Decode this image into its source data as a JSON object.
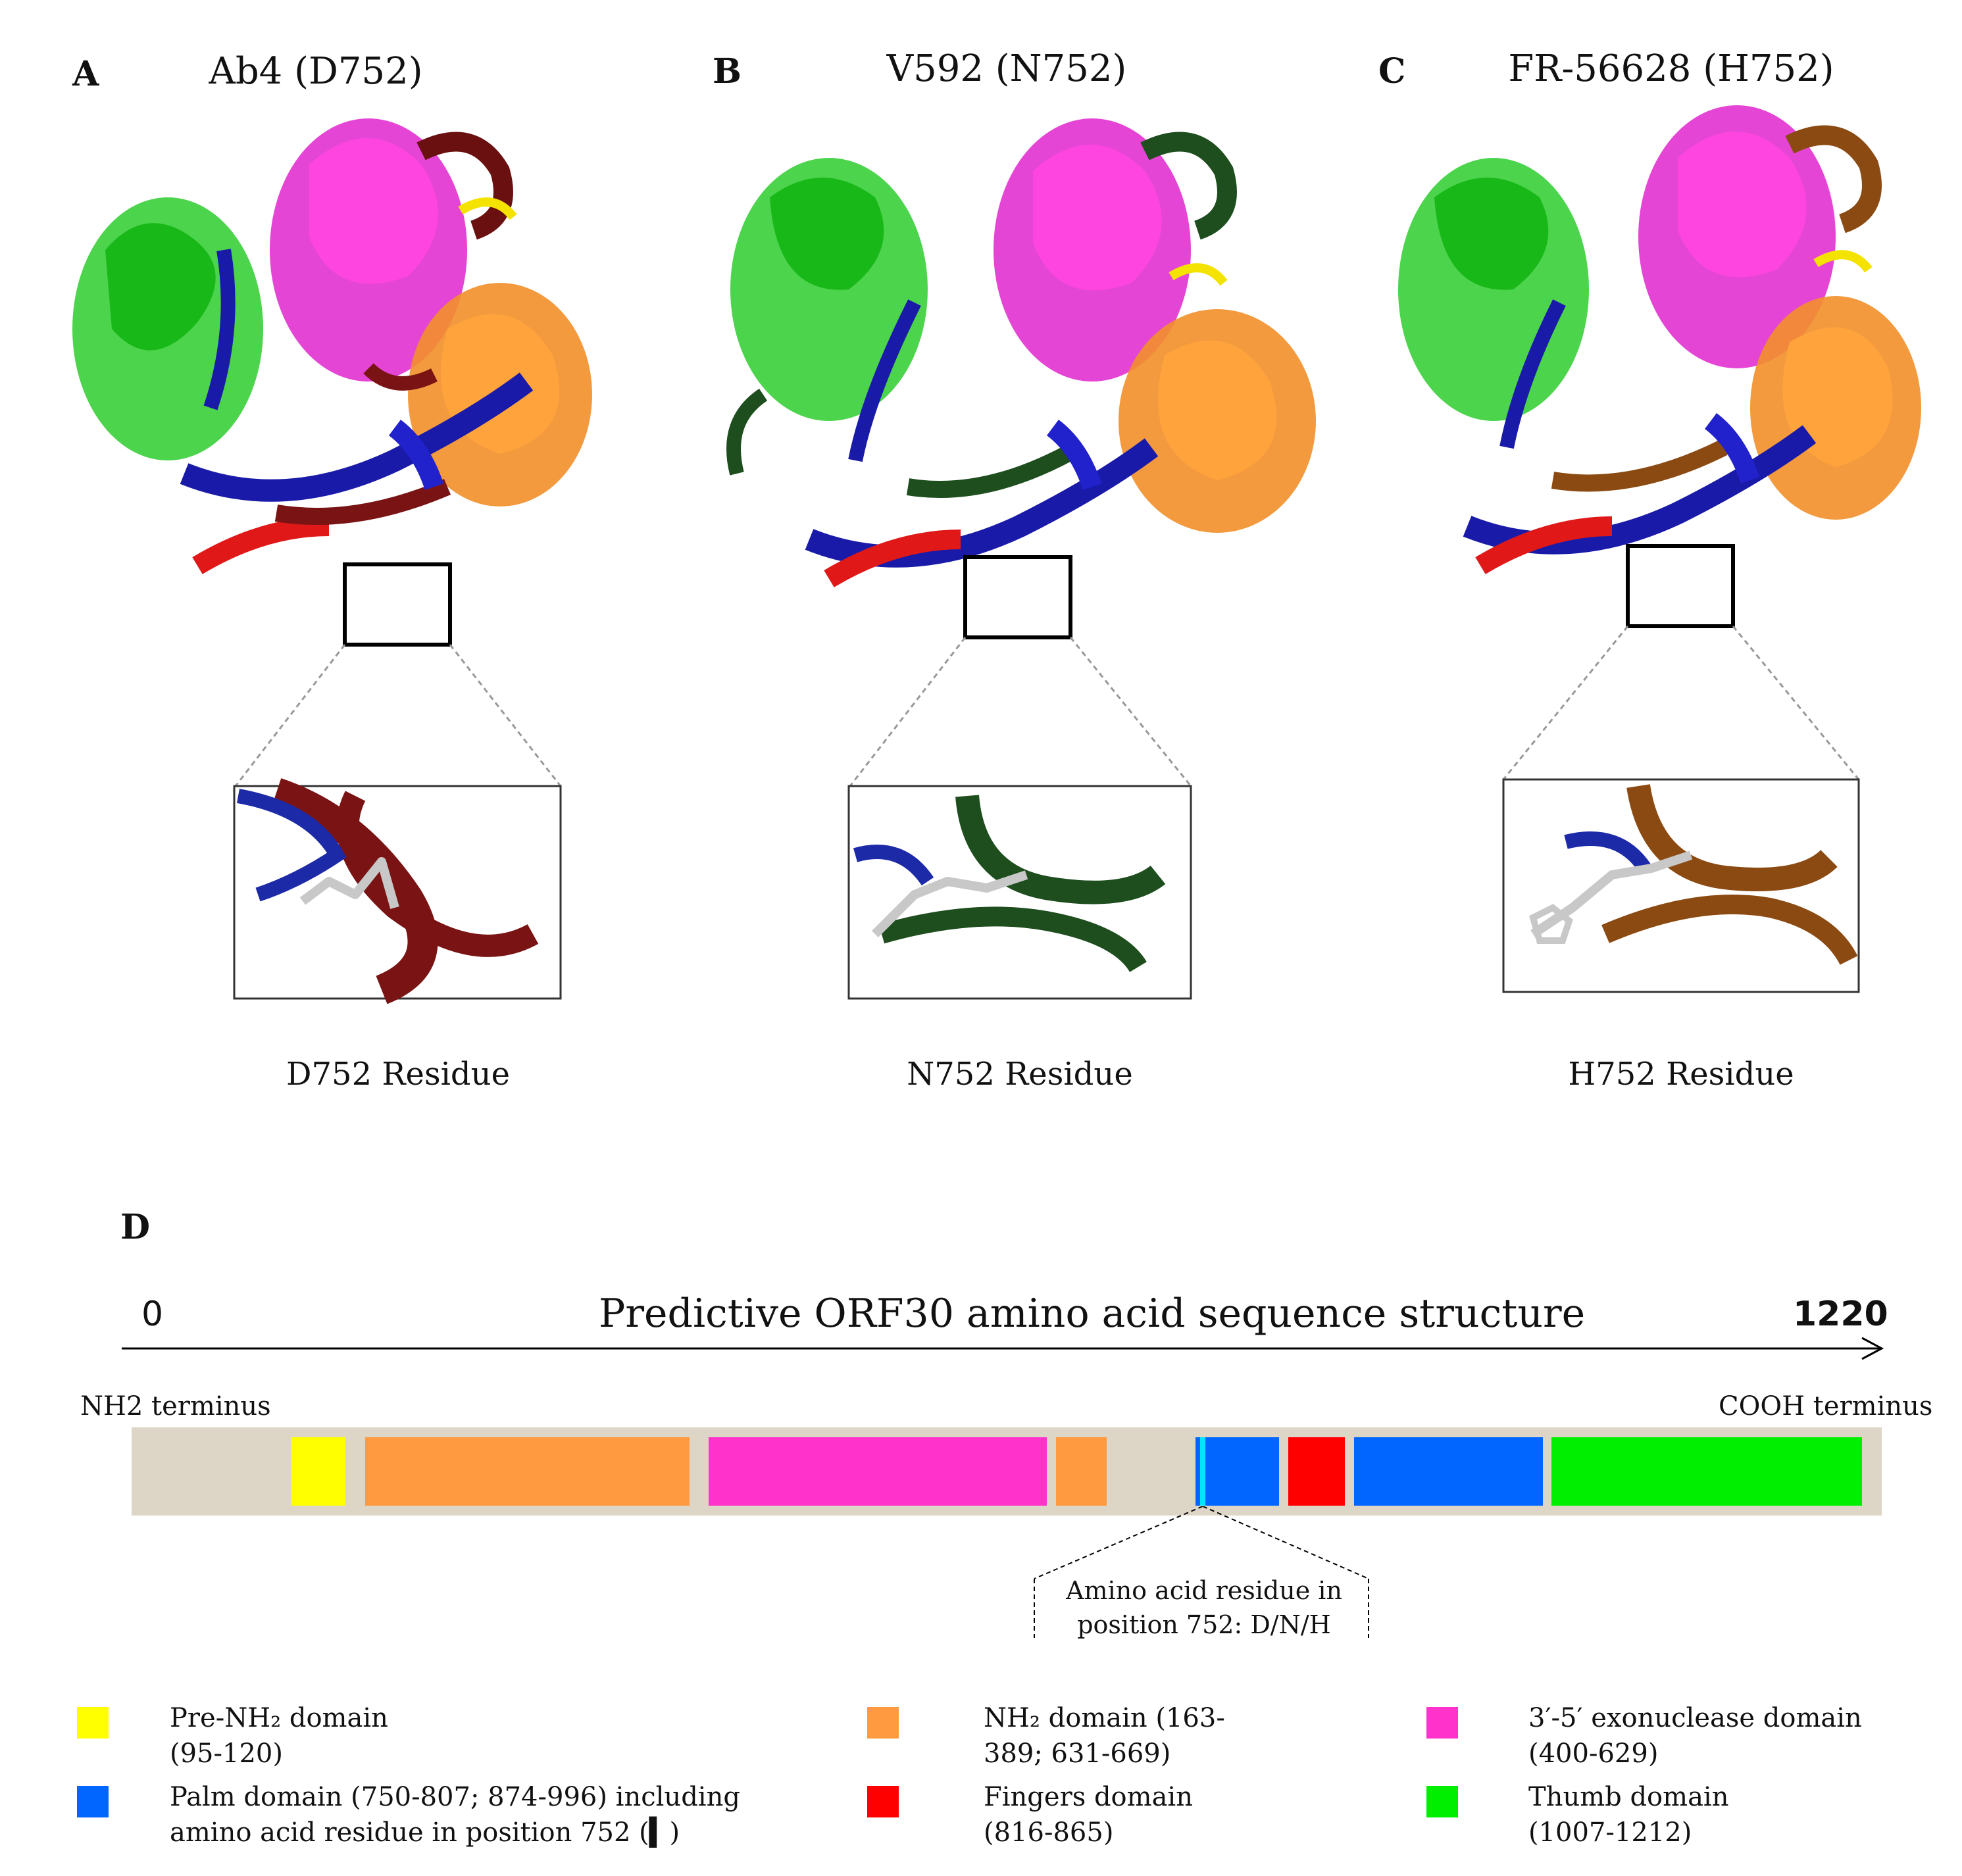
{
  "panels": [
    {
      "letter": "A",
      "title": "Ab4 (D752)",
      "residue_caption": "D752 Residue",
      "inset_ribbon_color": "#7a1414"
    },
    {
      "letter": "B",
      "title": "V592 (N752)",
      "residue_caption": "N752 Residue",
      "inset_ribbon_color": "#1e4d1e"
    },
    {
      "letter": "C",
      "title": "FR-56628 (H752)",
      "residue_caption": "H752 Residue",
      "inset_ribbon_color": "#8b4a12"
    }
  ],
  "panel_d": {
    "letter": "D",
    "axis_start": "0",
    "axis_end": "1220",
    "axis_title": "Predictive ORF30 amino acid sequence structure",
    "left_terminus": "NH2 terminus",
    "right_terminus": "COOH terminus",
    "callout_line1": "Amino acid residue in",
    "callout_line2": "position 752: D/N/H"
  },
  "colors": {
    "backbone": "#ddd5c5",
    "pre_nh2": "#ffff00",
    "nh2": "#ff9a40",
    "exonuclease": "#ff33cc",
    "palm": "#0066ff",
    "fingers": "#ff0000",
    "thumb": "#00ee00",
    "residue_marker": "#00e5ff"
  },
  "legend": [
    {
      "key": "pre_nh2",
      "line1": "Pre-NH₂ domain",
      "line2": "(95-120)"
    },
    {
      "key": "nh2",
      "line1": "NH₂ domain (163-",
      "line2": "389; 631-669)"
    },
    {
      "key": "exonuclease",
      "line1": "3′-5′ exonuclease domain",
      "line2": "(400-629)"
    },
    {
      "key": "palm",
      "line1": "Palm domain (750-807; 874-996) including",
      "line2": "amino acid residue in position 752 (▍)"
    },
    {
      "key": "fingers",
      "line1": "Fingers domain",
      "line2": "(816-865)"
    },
    {
      "key": "thumb",
      "line1": "Thumb domain",
      "line2": "(1007-1212)"
    }
  ]
}
